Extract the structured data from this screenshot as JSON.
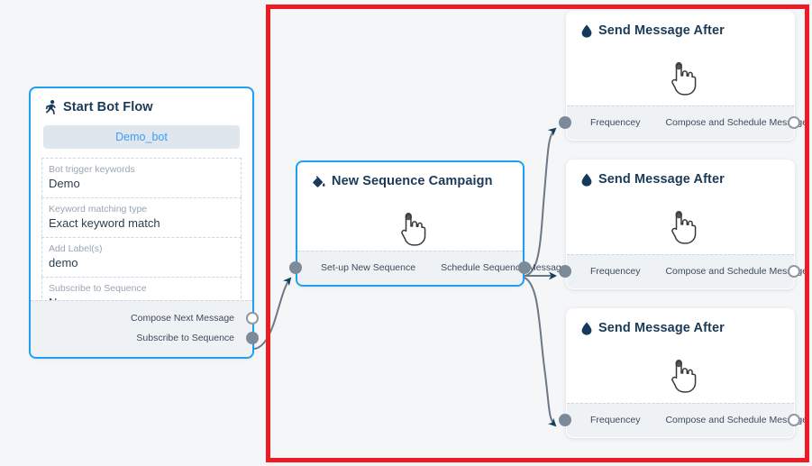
{
  "canvas": {
    "background": "#f4f6f8",
    "highlight_color": "#ed1c24",
    "accent_color": "#1e9ff2",
    "edge_color": "#6b7886",
    "port_color": "#7d8a99"
  },
  "nodes": {
    "start_bot_flow": {
      "icon": "running-person-icon",
      "title": "Start Bot Flow",
      "chip": "Demo_bot",
      "fields": [
        {
          "label": "Bot trigger keywords",
          "value": "Demo"
        },
        {
          "label": "Keyword matching type",
          "value": "Exact keyword match"
        },
        {
          "label": "Add Label(s)",
          "value": "demo"
        },
        {
          "label": "Subscribe to Sequence",
          "value": "New sequence"
        }
      ],
      "ports": [
        {
          "label": "Compose Next Message",
          "type": "output-open"
        },
        {
          "label": "Subscribe to Sequence",
          "type": "output-filled"
        }
      ]
    },
    "new_sequence_campaign": {
      "icon": "paint-bucket-icon",
      "title": "New Sequence Campaign",
      "body_icon": "hand-cursor-icon",
      "input_port_label": "Set-up New Sequence",
      "output_port_label": "Schedule Sequence Message"
    },
    "send_message_cards": [
      {
        "icon": "water-drop-icon",
        "title": "Send Message After",
        "body_icon": "hand-cursor-icon",
        "input_port_label": "Frequencey",
        "output_port_label": "Compose and Schedule Message"
      },
      {
        "icon": "water-drop-icon",
        "title": "Send Message After",
        "body_icon": "hand-cursor-icon",
        "input_port_label": "Frequencey",
        "output_port_label": "Compose and Schedule Message"
      },
      {
        "icon": "water-drop-icon",
        "title": "Send Message After",
        "body_icon": "hand-cursor-icon",
        "input_port_label": "Frequencey",
        "output_port_label": "Compose and Schedule Message"
      }
    ]
  }
}
